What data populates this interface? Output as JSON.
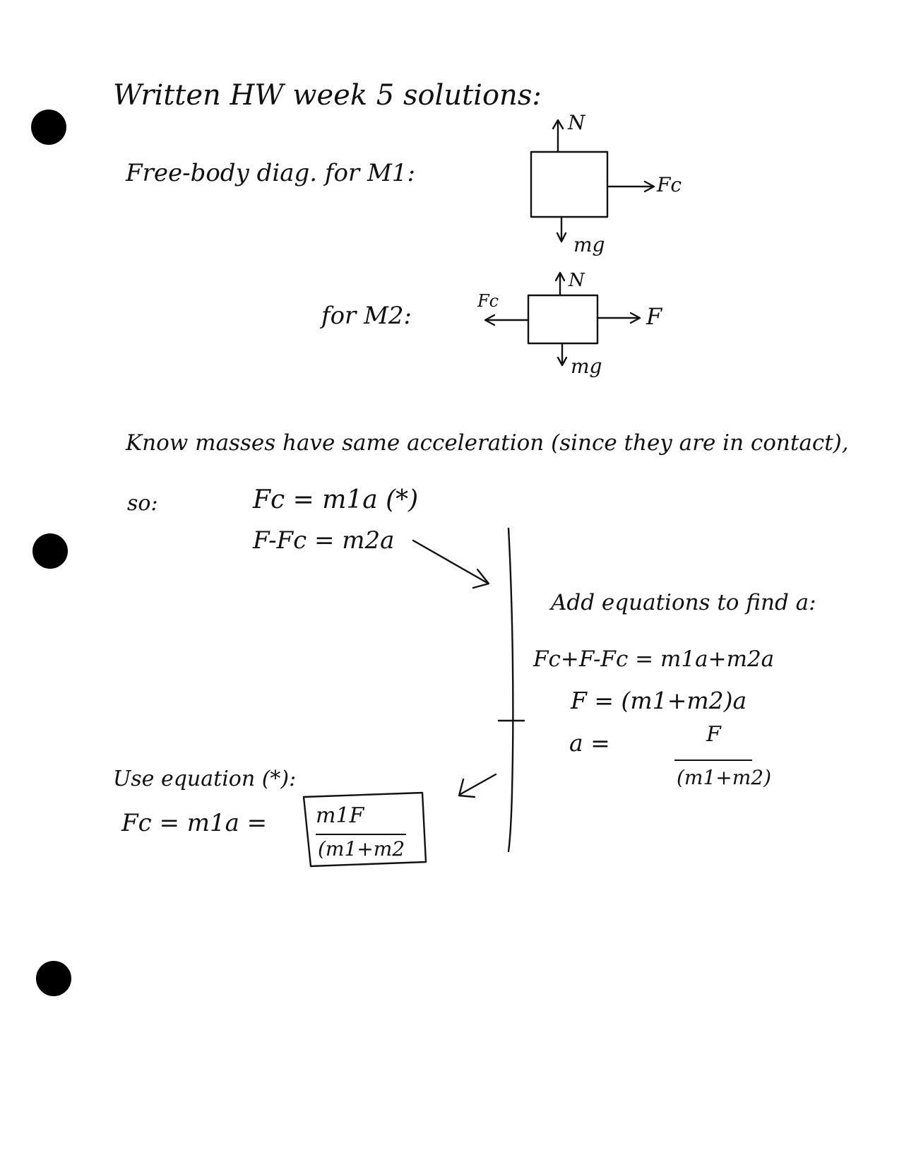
{
  "title": "Written HW week 5 solutions:",
  "fbd": {
    "m1_label": "Free-body diag. for M1:",
    "m2_label": "for M2:",
    "normal": "N",
    "weight": "mg",
    "contact_force": "Fc",
    "applied_force": "F"
  },
  "reasoning": "Know masses have same acceleration (since they are in contact),",
  "so_label": "so:",
  "eq1": "Fc = m1a (*)",
  "eq2": "F-Fc = m2a",
  "add_heading": "Add equations to find a:",
  "sum_eq": "Fc+F-Fc = m1a+m2a",
  "simplified_eq": "F = (m1+m2)a",
  "a_label": "a =",
  "a_num": "F",
  "a_den": "(m1+m2)",
  "use_eq_label": "Use equation (*):",
  "final_lhs": "Fc = m1a =",
  "final_num": "m1F",
  "final_den": "(m1+m2"
}
